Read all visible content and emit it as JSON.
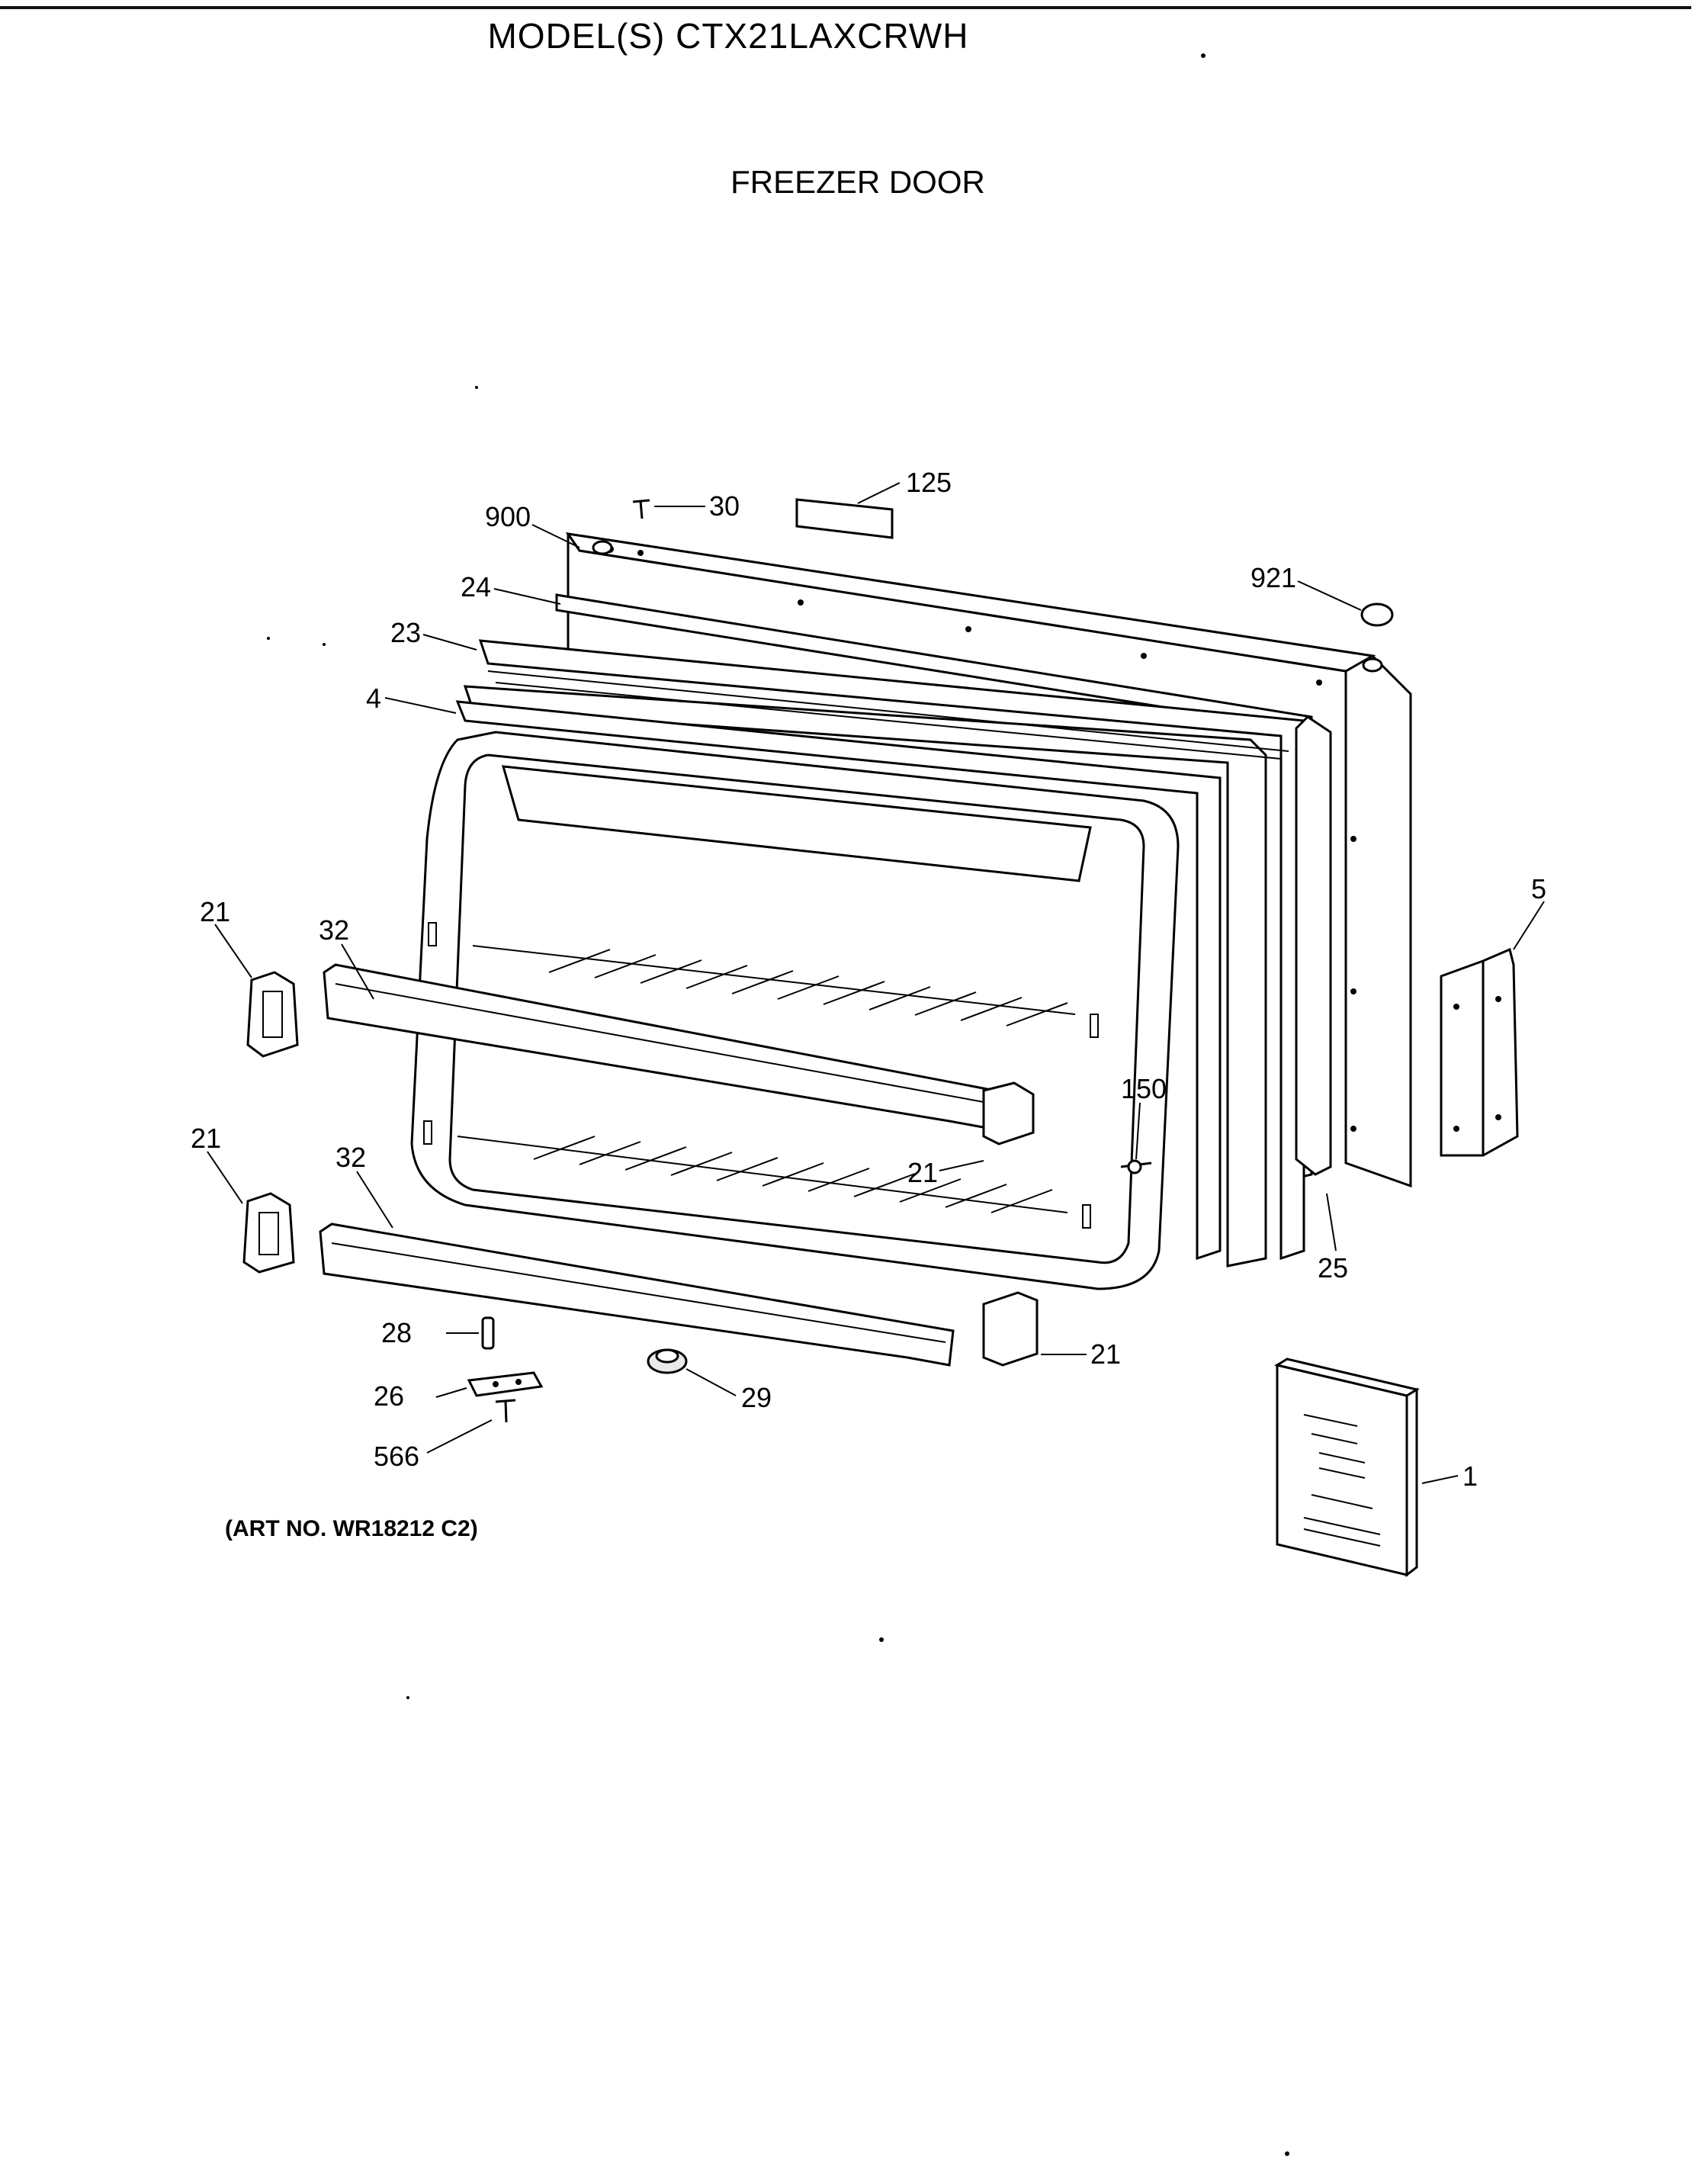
{
  "header": {
    "model": "MODEL(S) CTX21LAXCRWH",
    "section": "FREEZER DOOR"
  },
  "footer": {
    "art_no": "(ART NO. WR18212 C2)"
  },
  "callouts": {
    "p900": "900",
    "p30": "30",
    "p125": "125",
    "p921": "921",
    "p24": "24",
    "p23": "23",
    "p4": "4",
    "p5": "5",
    "p21_upper_left": "21",
    "p32_upper": "32",
    "p21_lower_left": "21",
    "p32_lower": "32",
    "p150": "150",
    "p21_mid": "21",
    "p25": "25",
    "p28": "28",
    "p26": "26",
    "p566": "566",
    "p29": "29",
    "p21_bottom": "21",
    "p1": "1"
  }
}
